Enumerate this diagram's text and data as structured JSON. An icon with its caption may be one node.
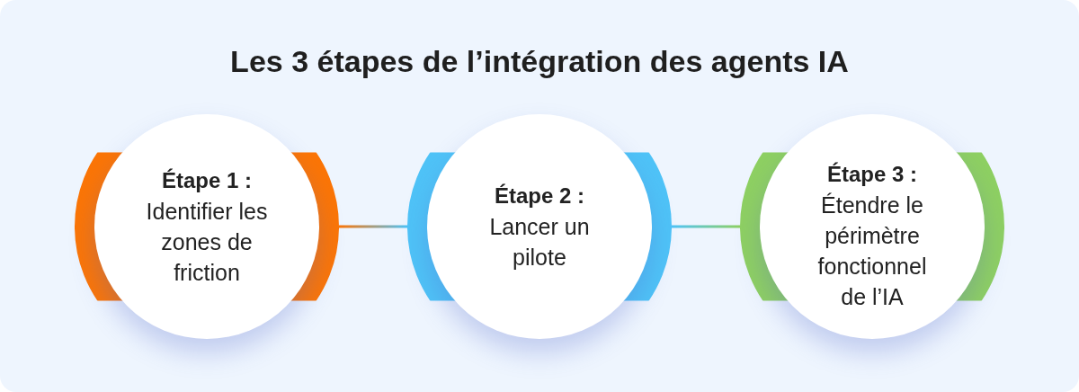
{
  "diagram": {
    "title": "Les 3 étapes de l’intégration des agents IA",
    "nodes": [
      {
        "text": [
          "Étape 1 :",
          "Identifier les zones de friction"
        ]
      },
      {
        "text": [
          "Étape 2 :",
          "Lancer un pilote"
        ]
      },
      {
        "text": [
          "Étape 3 :",
          "Étendre le périmètre fonctionnel de l’IA"
        ]
      }
    ],
    "edges": [
      {
        "from": 0,
        "to": 1,
        "arrow": "none"
      },
      {
        "from": 1,
        "to": 2,
        "arrow": "none"
      }
    ]
  }
}
